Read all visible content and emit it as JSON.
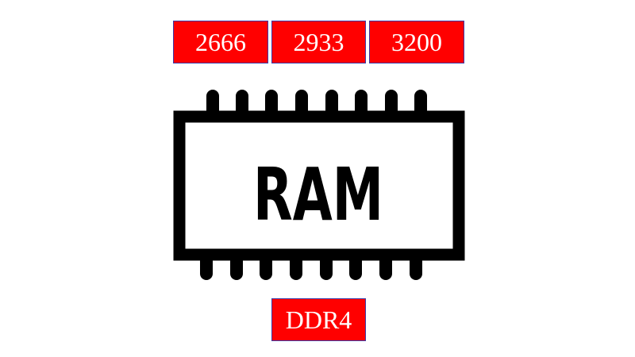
{
  "speed_tags": [
    {
      "label": "2666"
    },
    {
      "label": "2933"
    },
    {
      "label": "3200"
    }
  ],
  "chip": {
    "label": "RAM",
    "icon": "ram-chip-icon"
  },
  "type_tag": {
    "label": "DDR4"
  },
  "colors": {
    "tag_fill": "#ff0000",
    "tag_border": "#3a3aa8",
    "tag_text": "#ffffff",
    "chip": "#000000",
    "background": "#ffffff"
  }
}
